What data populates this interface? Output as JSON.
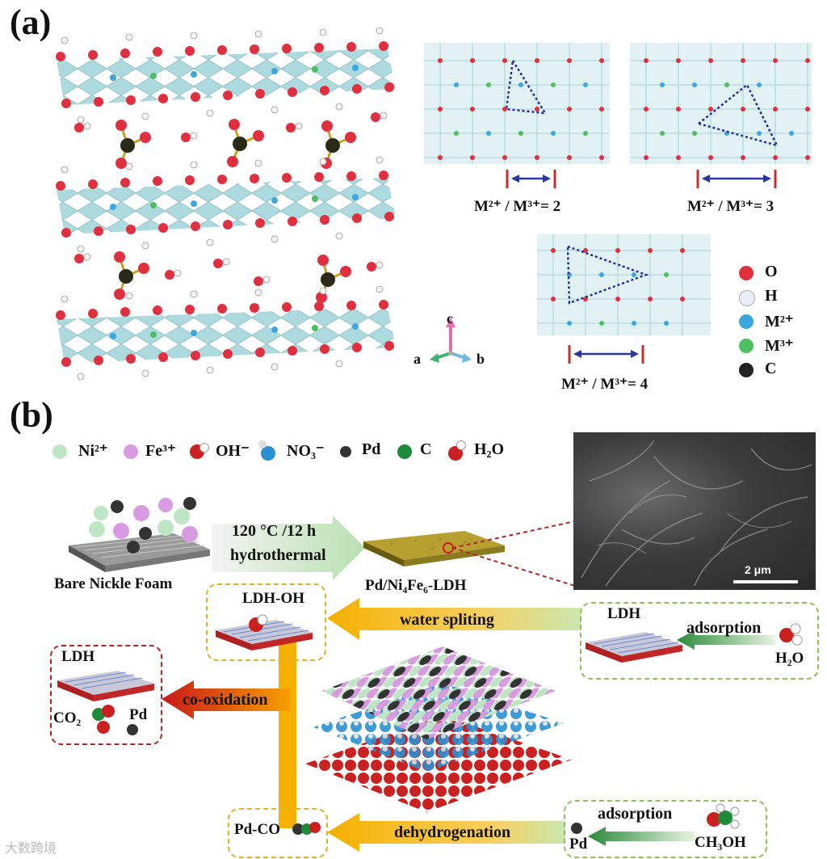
{
  "panel_a": {
    "label": "(a)",
    "ratio_labels": [
      "M²⁺ / M³⁺= 2",
      "M²⁺ / M³⁺= 3",
      "M²⁺ / M³⁺= 4"
    ],
    "axes": {
      "c": "c",
      "a": "a",
      "b": "b"
    },
    "legend": [
      {
        "symbol": "O",
        "color": "#e0303a"
      },
      {
        "symbol": "H",
        "color": "#e8f0f6"
      },
      {
        "symbol": "M²⁺",
        "color": "#3aa7e0"
      },
      {
        "symbol": "M³⁺",
        "color": "#4cc060"
      },
      {
        "symbol": "C",
        "color": "#222222"
      }
    ]
  },
  "panel_b": {
    "label": "(b)",
    "legend": [
      {
        "symbol": "Ni²⁺",
        "color": "#bfe6c4"
      },
      {
        "symbol": "Fe³⁺",
        "color": "#d89ae0"
      },
      {
        "symbol": "OH⁻",
        "color": "#cc2020"
      },
      {
        "symbol": "NO₃⁻",
        "color": "#2a90d0"
      },
      {
        "symbol": "Pd",
        "color": "#333333"
      },
      {
        "symbol": "C",
        "color": "#1f8a3a"
      },
      {
        "symbol": "H₂O",
        "color": "#cc2020"
      }
    ],
    "synthesis": {
      "condition_line1": "120 °C /12 h",
      "condition_line2": "hydrothermal",
      "substrate_label": "Bare Nickle Foam",
      "product_label": "Pd/Ni₄Fe₆-LDH"
    },
    "sem_scale": "2 μm",
    "boxes": {
      "ldh_oh": "LDH-OH",
      "ldh_co": "LDH",
      "co2": "CO₂",
      "pd_product": "Pd",
      "ldh_adsorption": "LDH",
      "h2o": "H₂O",
      "pd_co": "Pd-CO",
      "pd_adsorption": "Pd",
      "ch3oh": "CH₃OH"
    },
    "arrows": {
      "water_splitting": "water spliting",
      "co_oxidation": "co-oxidation",
      "dehydrogenation": "dehydrogenation",
      "adsorption_top": "adsorption",
      "adsorption_bottom": "adsorption"
    }
  },
  "watermark": "大数跨境"
}
